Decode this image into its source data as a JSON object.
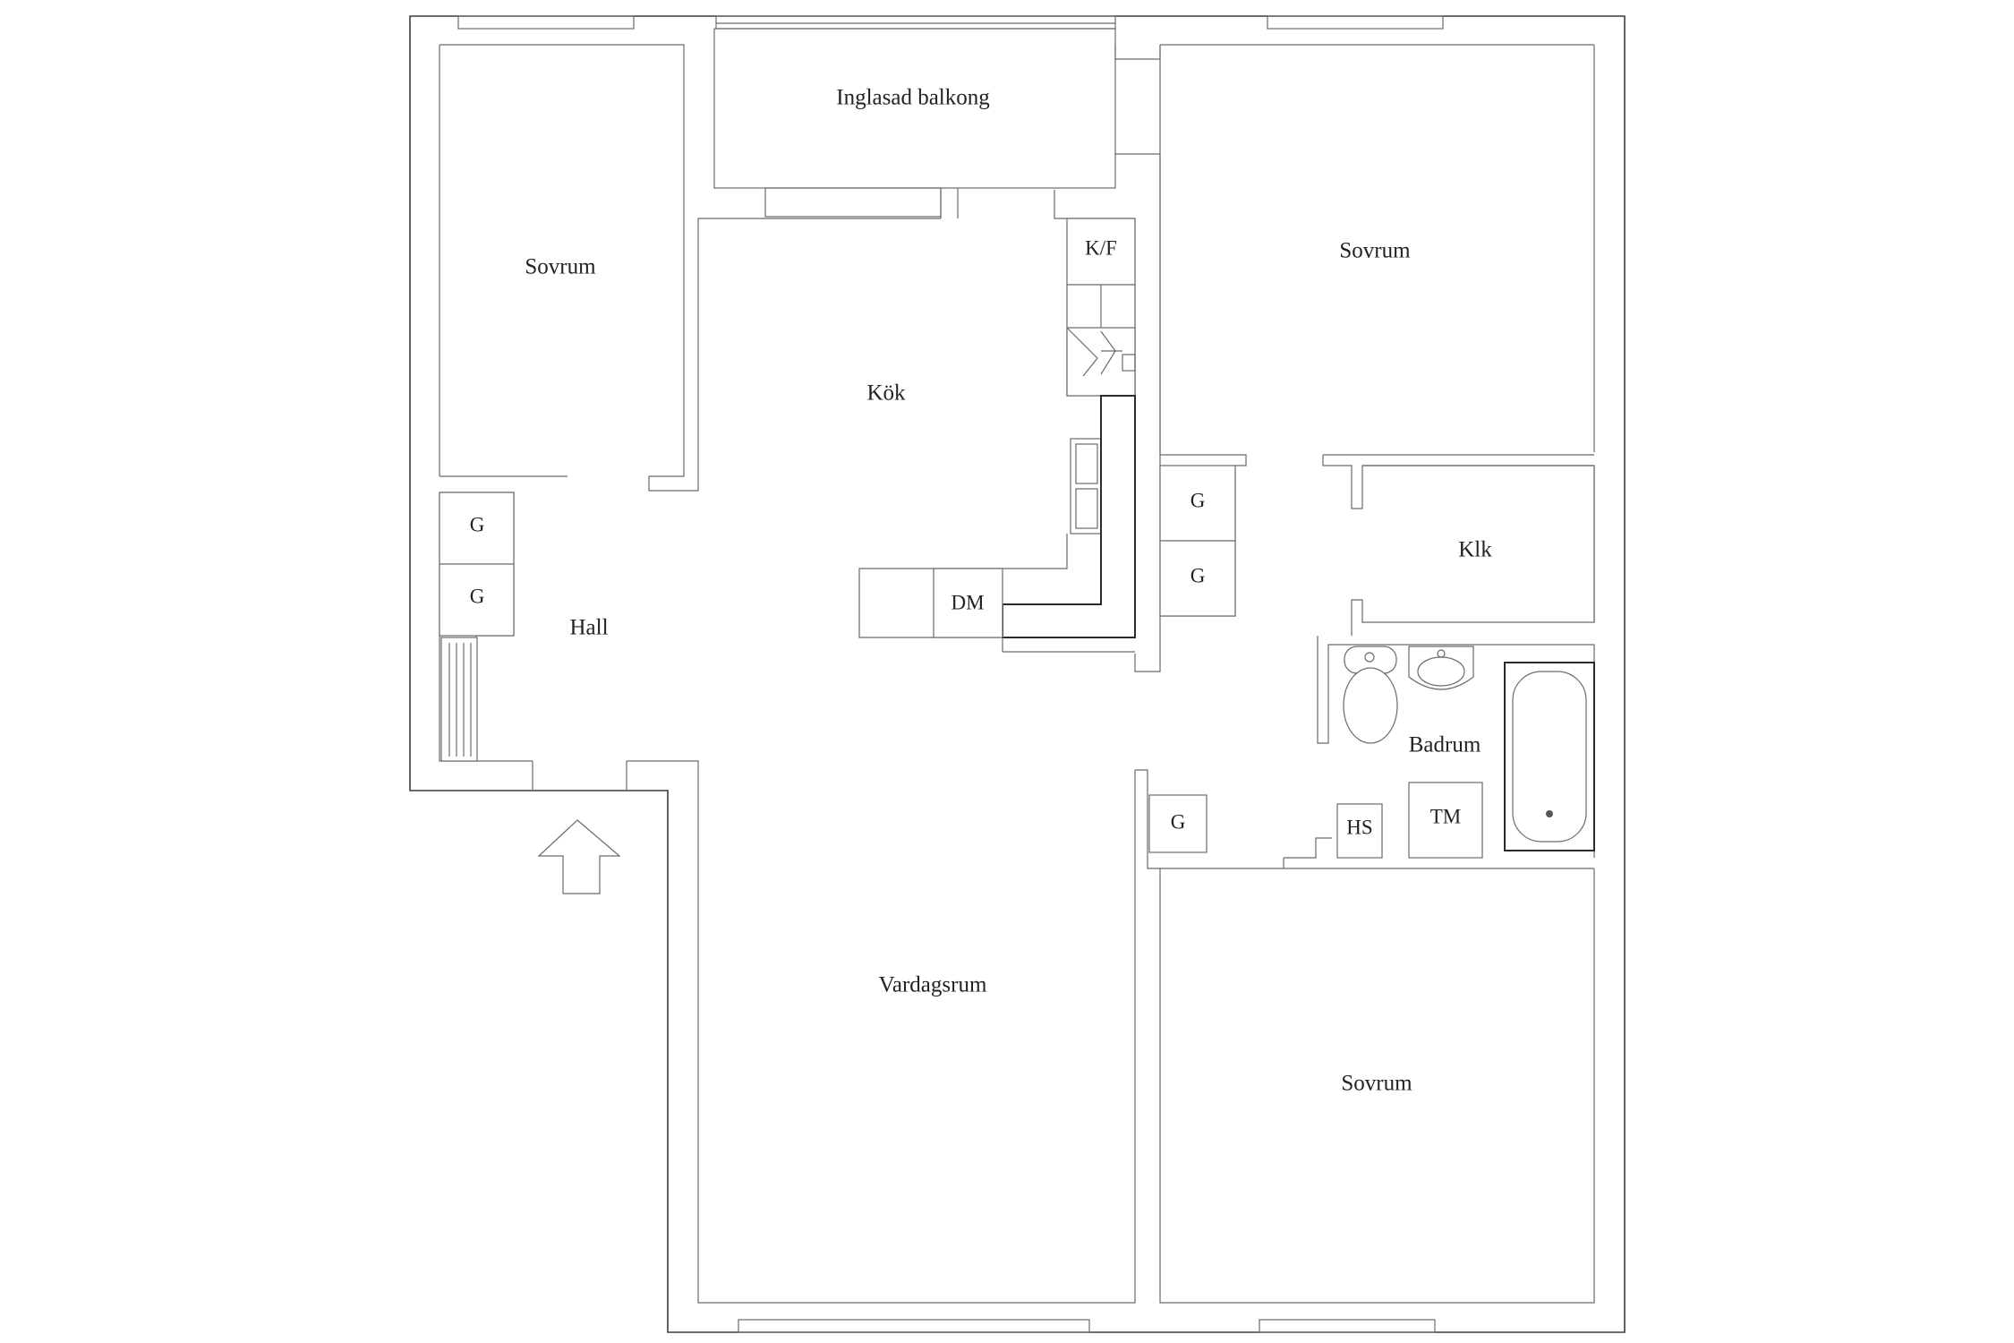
{
  "rooms": {
    "balcony": "Inglasad balkong",
    "bedroom_left": "Sovrum",
    "bedroom_top_right": "Sovrum",
    "kitchen": "Kök",
    "hall": "Hall",
    "walk_in_closet": "Klk",
    "bathroom": "Badrum",
    "living_room": "Vardagsrum",
    "bedroom_bottom_right": "Sovrum"
  },
  "fixtures": {
    "fridge_freezer": "K/F",
    "dishwasher": "DM",
    "wardrobe_hall_1": "G",
    "wardrobe_hall_2": "G",
    "wardrobe_corridor_1": "G",
    "wardrobe_corridor_2": "G",
    "wardrobe_living": "G",
    "drying_cabinet": "HS",
    "washing_machine": "TM"
  },
  "icons": {
    "entrance": "entrance-arrow-icon",
    "toilet": "toilet-icon",
    "sink": "sink-icon",
    "bathtub": "bathtub-icon",
    "stove": "stove-icon",
    "kitchen_sink": "kitchen-sink-icon",
    "radiator": "radiator-icon"
  },
  "colors": {
    "wall": "#3c3c3c",
    "line": "#6a6a6a",
    "text": "#222222",
    "background": "#ffffff"
  }
}
